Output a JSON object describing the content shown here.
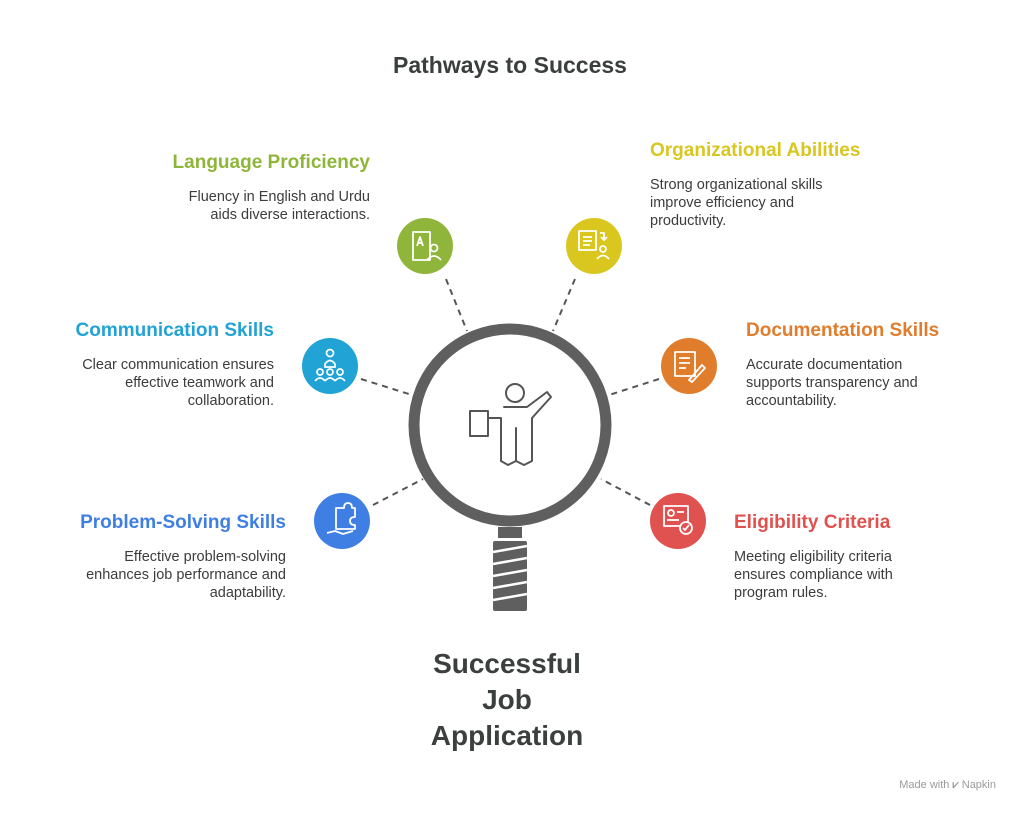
{
  "title": "Pathways to Success",
  "center_label": [
    "Successful",
    "Job",
    "Application"
  ],
  "credit": {
    "prefix": "Made with",
    "brand": "Napkin"
  },
  "skills": [
    {
      "key": "language",
      "heading": "Language Proficiency",
      "desc": [
        "Fluency in English and Urdu",
        "aids diverse interactions."
      ],
      "color": "#8fb53a",
      "icon": "language-book-icon"
    },
    {
      "key": "organizational",
      "heading": "Organizational Abilities",
      "desc": [
        "Strong organizational skills",
        "improve efficiency and",
        "productivity."
      ],
      "color": "#d9c61f",
      "icon": "checklist-person-icon"
    },
    {
      "key": "communication",
      "heading": "Communication Skills",
      "desc": [
        "Clear communication ensures",
        "effective teamwork and",
        "collaboration."
      ],
      "color": "#21a3d6",
      "icon": "team-presenter-icon"
    },
    {
      "key": "documentation",
      "heading": "Documentation Skills",
      "desc": [
        "Accurate documentation",
        "supports transparency and",
        "accountability."
      ],
      "color": "#e07d2d",
      "icon": "document-pen-icon"
    },
    {
      "key": "problem",
      "heading": "Problem-Solving Skills",
      "desc": [
        "Effective problem-solving",
        "enhances job performance and",
        "adaptability."
      ],
      "color": "#3f7fe3",
      "icon": "puzzle-hand-icon"
    },
    {
      "key": "eligibility",
      "heading": "Eligibility Criteria",
      "desc": [
        "Meeting eligibility criteria",
        "ensures compliance with",
        "program rules."
      ],
      "color": "#e05250",
      "icon": "certificate-check-icon"
    }
  ],
  "colors": {
    "lens": "#5f5f5f",
    "handle": "#5f5f5f",
    "text_dark": "#3a3f3c",
    "connector": "#555555"
  }
}
